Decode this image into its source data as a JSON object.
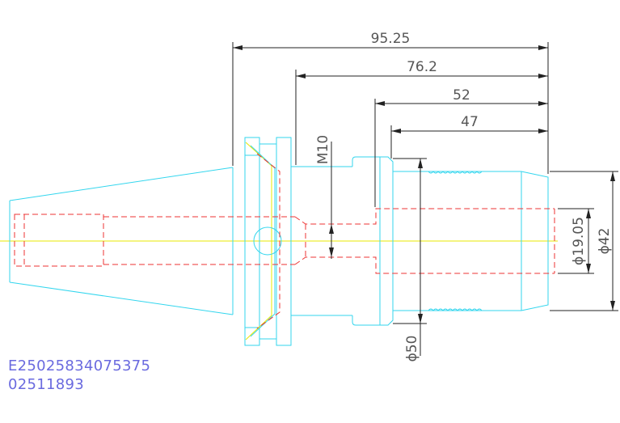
{
  "dimensions": {
    "overall_length": "95.25",
    "flange_to_end": "76.2",
    "shank_length": "52",
    "grip_length": "47",
    "thread": "M10",
    "bore_diameter": "ϕ19.05",
    "body_diameter": "ϕ42",
    "flange_diameter": "ϕ50"
  },
  "part_codes": {
    "line1": "E25025834075375",
    "line2": "02511893"
  },
  "colors": {
    "outline": "#33d6ee",
    "hidden_line": "#ee3333",
    "center_line": "#e8e800",
    "dimension": "#222222",
    "dimension_text": "#555555",
    "code_text": "#6a6adf"
  }
}
